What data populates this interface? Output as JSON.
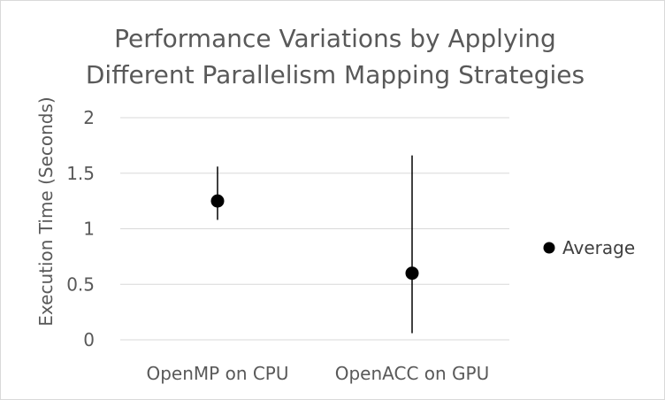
{
  "chart_data": {
    "type": "scatter",
    "title": "Performance Variations by Applying Different Parallelism Mapping Strategies",
    "title_lines": [
      "Performance Variations by Applying",
      "Different Parallelism Mapping Strategies"
    ],
    "xlabel": "",
    "ylabel": "Execution Time (Seconds)",
    "categories": [
      "OpenMP on CPU",
      "OpenACC on GPU"
    ],
    "ylim": [
      0,
      2
    ],
    "yticks": [
      0,
      0.5,
      1,
      1.5,
      2
    ],
    "ytick_labels": [
      "0",
      "0.5",
      "1",
      "1.5",
      "2"
    ],
    "grid": true,
    "legend_position": "right",
    "series": [
      {
        "name": "Average",
        "values": [
          1.25,
          0.6
        ],
        "error_low": [
          1.08,
          0.06
        ],
        "error_high": [
          1.56,
          1.66
        ],
        "color": "#000000"
      }
    ],
    "colors": {
      "grid": "#d9d9d9",
      "text": "#595959",
      "marker": "#000000"
    }
  }
}
